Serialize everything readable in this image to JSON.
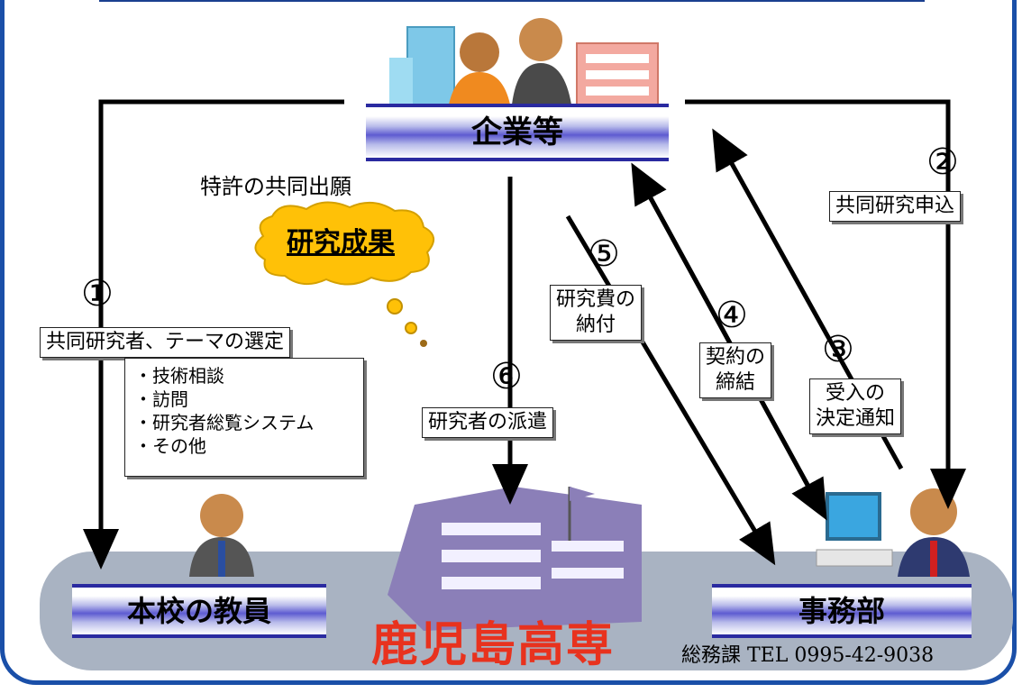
{
  "nodes": {
    "company": "企業等",
    "teacher": "本校の教員",
    "office": "事務部",
    "school": "鹿児島高専"
  },
  "patent_text": "特許の共同出願",
  "cloud_text": "研究成果",
  "steps": [
    {
      "num": "①",
      "label": "共同研究者、テーマの選定"
    },
    {
      "num": "②",
      "label": "共同研究申込"
    },
    {
      "num": "③",
      "label_lines": [
        "受入の",
        "決定通知"
      ]
    },
    {
      "num": "④",
      "label_lines": [
        "契約の",
        "締結"
      ]
    },
    {
      "num": "⑤",
      "label_lines": [
        "研究費の",
        "納付"
      ]
    },
    {
      "num": "⑥",
      "label": "研究者の派遣"
    }
  ],
  "consult_items": [
    "・技術相談",
    "・訪問",
    "・研究者総覧システム",
    "・その他"
  ],
  "contact": "総務課 TEL 0995-42-9038",
  "colors": {
    "frame": "#1a4fa8",
    "school_text": "#e8321e",
    "cloud": "#ffc107",
    "building": "#8b7fb8"
  }
}
